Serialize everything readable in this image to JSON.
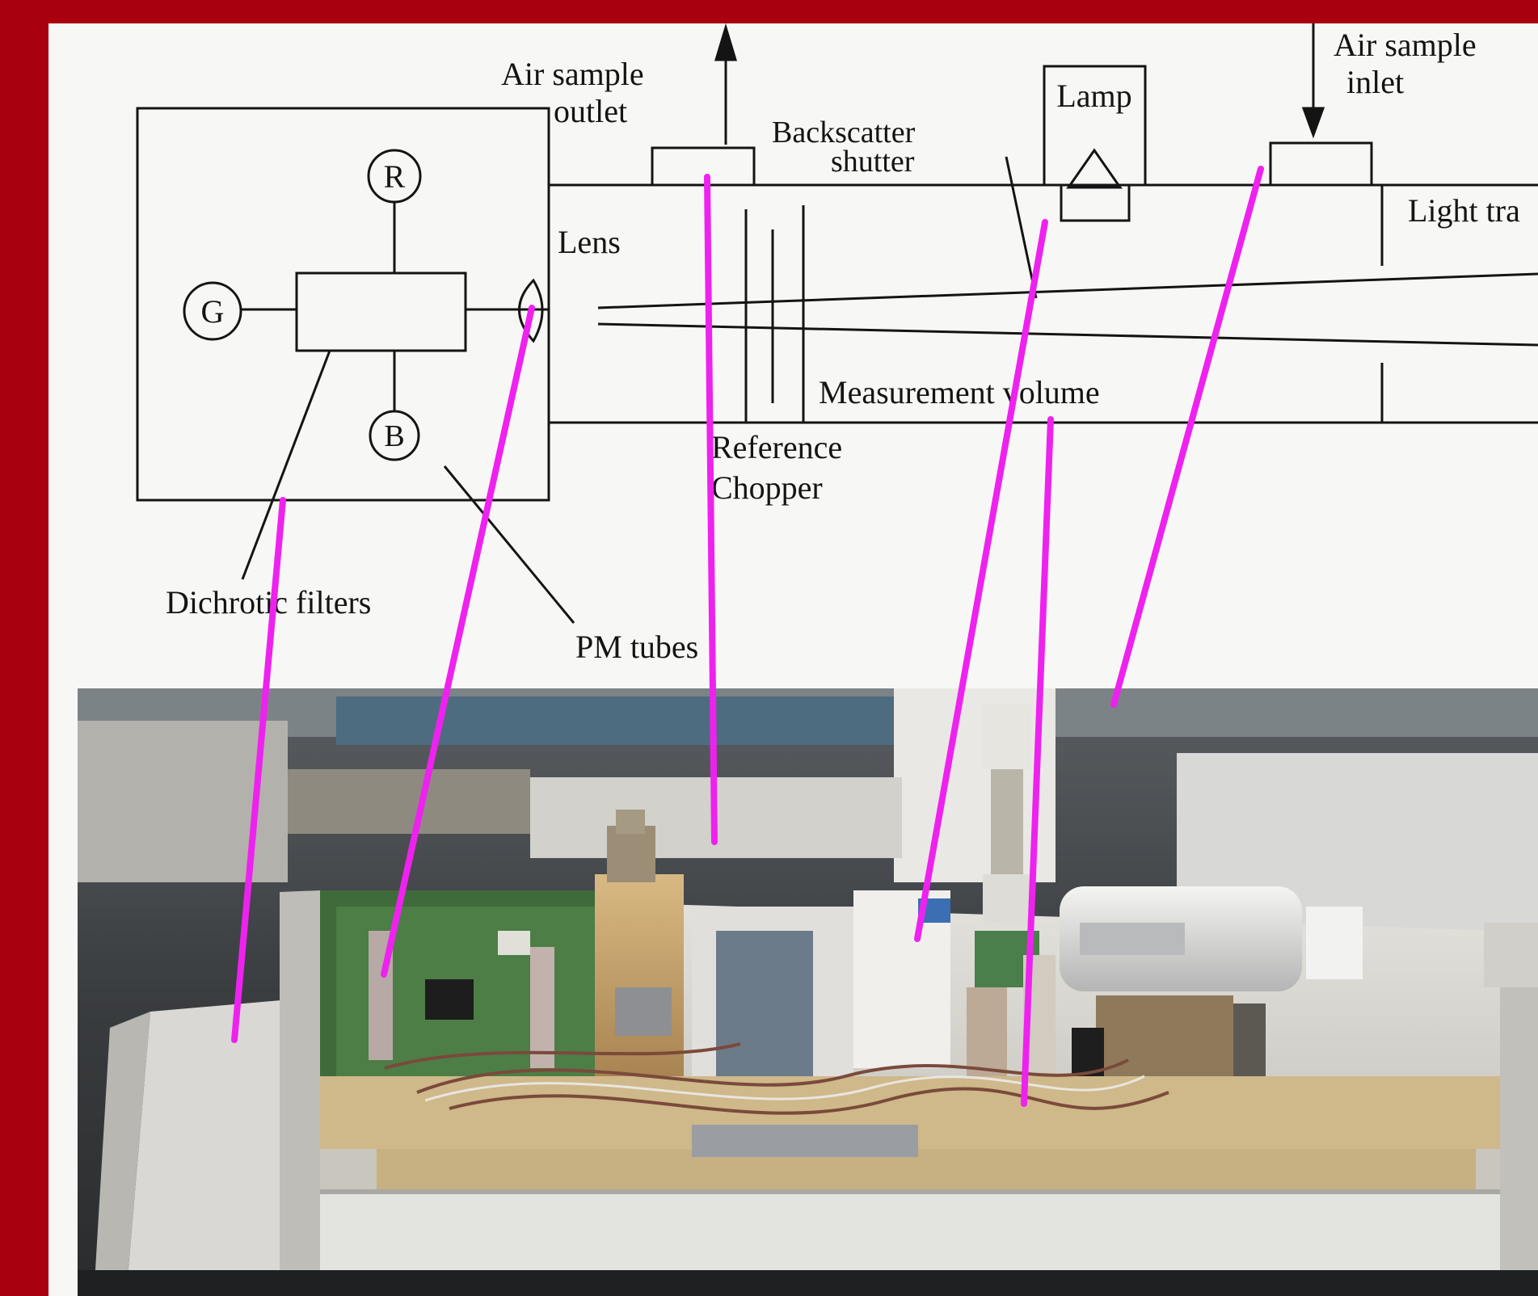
{
  "diagram": {
    "labels": {
      "air_sample_outlet": [
        "Air sample",
        "outlet"
      ],
      "air_sample_inlet": [
        "Air sample",
        "inlet"
      ],
      "lamp": "Lamp",
      "backscatter_shutter": [
        "Backscatter",
        "shutter"
      ],
      "light_trap": "Light tra",
      "lens": "Lens",
      "measurement_volume": "Measurement volume",
      "reference_chopper": [
        "Reference",
        "Chopper"
      ],
      "dichroic_filters": "Dichrotic filters",
      "pm_tubes": "PM tubes",
      "pmt_r": "R",
      "pmt_g": "G",
      "pmt_b": "B"
    },
    "pointer_color": "#ee22ee",
    "frame_color": "#a8000e"
  }
}
